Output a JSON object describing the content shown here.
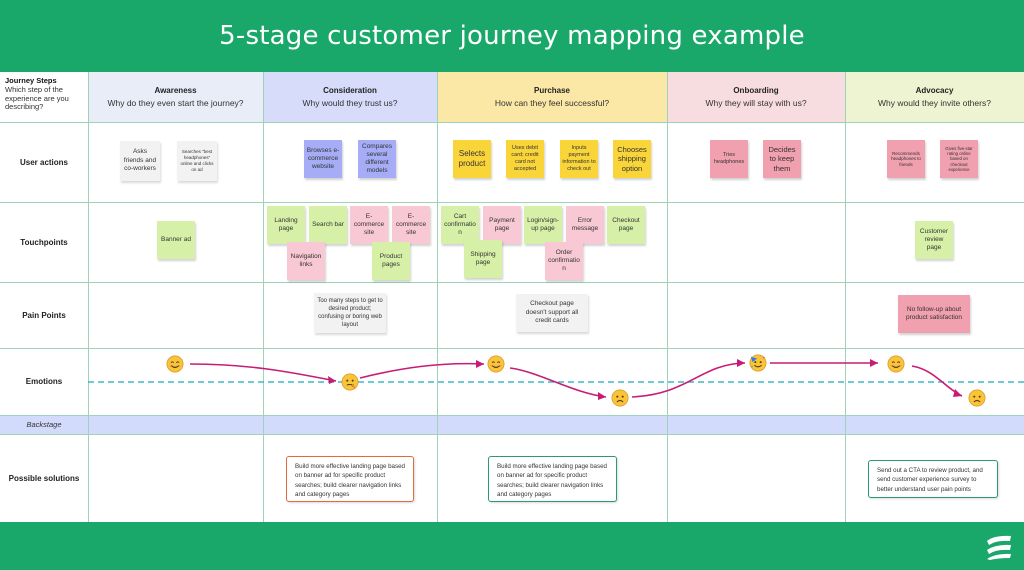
{
  "title": "5-stage customer journey mapping example",
  "corner": {
    "title": "Journey Steps",
    "subtitle": "Which step of the experience are you describing?"
  },
  "stages": [
    {
      "title": "Awareness",
      "subtitle": "Why do they even start the journey?",
      "color": "#e8edf8"
    },
    {
      "title": "Consideration",
      "subtitle": "Why would they trust us?",
      "color": "#d6dcf9"
    },
    {
      "title": "Purchase",
      "subtitle": "How can they feel successful?",
      "color": "#fbe8a6"
    },
    {
      "title": "Onboarding",
      "subtitle": "Why they will stay with us?",
      "color": "#f8dde0"
    },
    {
      "title": "Advocacy",
      "subtitle": "Why would they invite others?",
      "color": "#eef4d1"
    }
  ],
  "rows": {
    "user_actions": "User actions",
    "touchpoints": "Touchpoints",
    "pain_points": "Pain Points",
    "emotions": "Emotions",
    "backstage": "Backstage",
    "possible_solutions": "Possible solutions"
  },
  "user_actions": [
    "Asks friends and co-workers",
    "Searches \"best headphones\" online and clicks on ad",
    "Browses e-commerce website",
    "Compares several different models",
    "Selects product",
    "Uses debit card; credit card not accepted",
    "Inputs payment information to check out",
    "Chooses shipping option",
    "Tries headphones",
    "Decides to keep them",
    "Recommends headphones to friends",
    "Gives five-star rating online based on checkout experience"
  ],
  "touchpoints": [
    "Banner ad",
    "Landing page",
    "Search bar",
    "E-commerce site",
    "E-commerce site",
    "Navigation links",
    "Product pages",
    "Cart confirmation",
    "Payment page",
    "Login/sign-up page",
    "Error message",
    "Checkout page",
    "Shipping page",
    "Order confirmation",
    "Customer review page"
  ],
  "pain_points": [
    "Too many steps to get to desired product; confusing or boring web layout",
    "Checkout page doesn't support all credit cards",
    "No follow-up about product satisfaction"
  ],
  "emotions": {
    "happy": "happy-face-icon",
    "confused": "confused-face-icon",
    "sad": "sad-face-icon",
    "party": "party-face-icon"
  },
  "solutions": [
    "Build more effective landing page based on banner ad for specific product searches; build clearer navigation links and category pages",
    "Build more effective landing page based on banner ad for specific product searches; build clearer navigation links and category pages",
    "Send out a CTA to review product, and send customer experience survey to better understand user pain points"
  ],
  "colors": {
    "brand_green": "#1aa86a",
    "sticky_blue": "#a6adf6",
    "sticky_yellow": "#fad53a",
    "sticky_pink": "#f0a0ae",
    "sticky_light_pink": "#f8c8d4",
    "sticky_green": "#d7f0a8",
    "emotion_line": "#c81b76",
    "neutral_line": "#3fb8c6",
    "solution_orange": "#e06a3c",
    "solution_green": "#2a9a73"
  }
}
